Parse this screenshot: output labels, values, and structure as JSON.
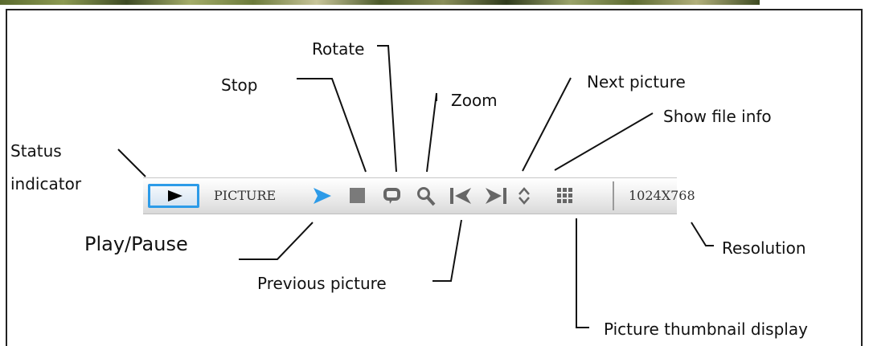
{
  "toolbar": {
    "mode_label": "PICTURE",
    "resolution": "1024X768",
    "icons": [
      "status-indicator-play-icon",
      "play-pause-icon",
      "stop-icon",
      "rotate-icon",
      "zoom-icon",
      "previous-picture-icon",
      "next-picture-icon",
      "show-file-info-icon",
      "thumbnail-grid-icon"
    ],
    "accent_color": "#2d9be8"
  },
  "callouts": {
    "status": "Status\nindicator",
    "stop": "Stop",
    "rotate": "Rotate",
    "zoom": "Zoom",
    "next": "Next picture",
    "info": "Show file info",
    "play": "Play/Pause",
    "previous": "Previous picture",
    "resolution": "Resolution",
    "thumbnail": "Picture thumbnail display"
  }
}
